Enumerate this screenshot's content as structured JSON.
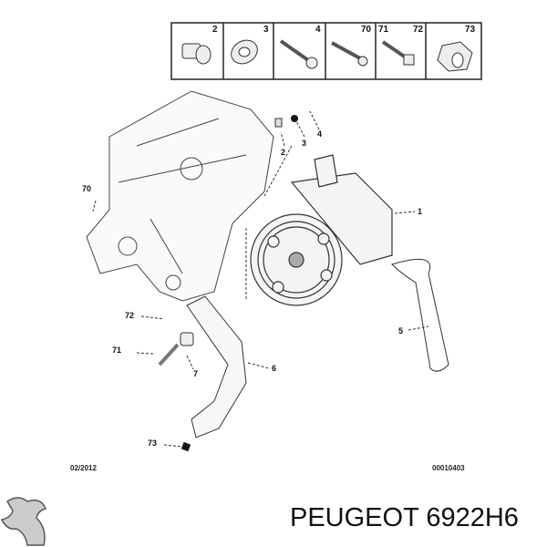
{
  "header_parts": [
    {
      "label": "2",
      "icon": "bushing"
    },
    {
      "label": "3",
      "icon": "washer"
    },
    {
      "label": "4",
      "icon": "screw"
    },
    {
      "label": "70",
      "icon": "stud"
    },
    {
      "label": "71"
    },
    {
      "label": "72",
      "icon": "bolt"
    },
    {
      "label": "73",
      "icon": "nut"
    }
  ],
  "callouts": [
    "1",
    "2",
    "3",
    "4",
    "5",
    "6",
    "7",
    "70",
    "71",
    "72",
    "73"
  ],
  "footer": {
    "date": "02/2012",
    "ref": "00010403"
  },
  "brand": {
    "logo": "peugeot-lion-logo",
    "title": "PEUGEOT 6922H6"
  }
}
